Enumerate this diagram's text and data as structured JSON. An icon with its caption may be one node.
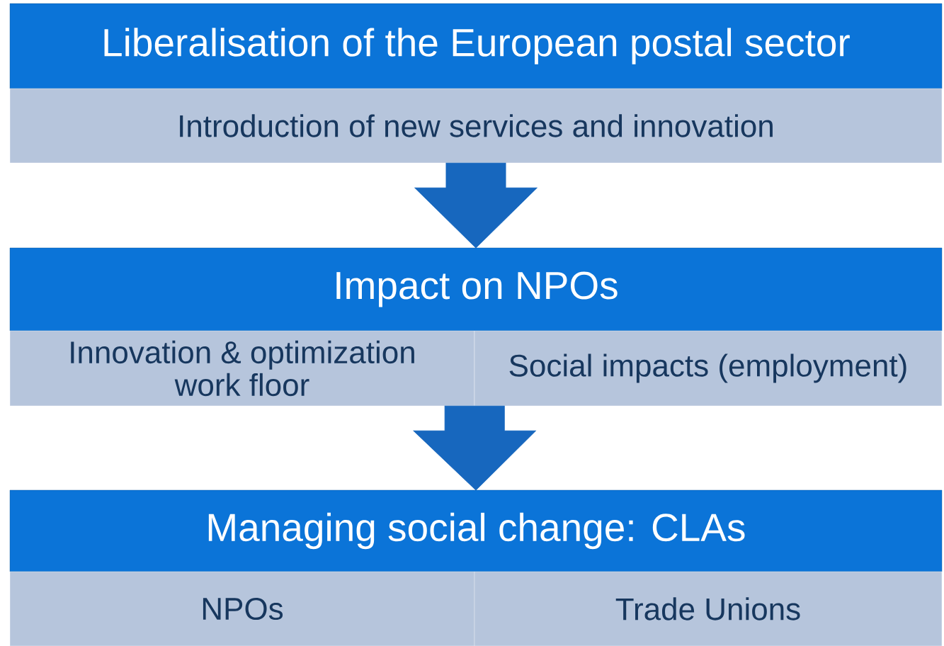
{
  "diagram": {
    "nodes": [
      {
        "text": [
          "Liberalisation of the European postal sector"
        ]
      },
      {
        "text": [
          "Introduction of new services and innovation"
        ]
      },
      {
        "text": [
          "Impact on NPOs"
        ]
      },
      {
        "text": [
          "Innovation & optimization work floor"
        ]
      },
      {
        "text": [
          "Social impacts (employment)"
        ]
      },
      {
        "text": [
          "Managing social change: CLAs"
        ]
      },
      {
        "text": [
          "NPOs"
        ]
      },
      {
        "text": [
          "Trade Unions"
        ]
      }
    ],
    "edges": [
      {
        "from": 1,
        "to": 2,
        "arrow": "to"
      },
      {
        "from": 3,
        "to": 5,
        "arrow": "to"
      },
      {
        "from": 4,
        "to": 5,
        "arrow": "to"
      }
    ]
  }
}
